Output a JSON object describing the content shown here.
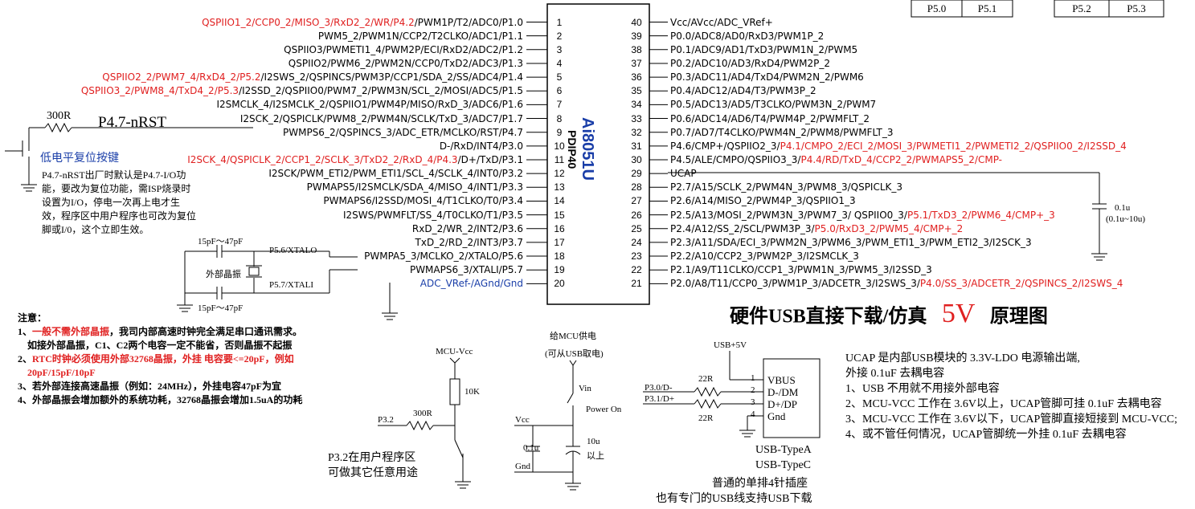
{
  "header_table": {
    "cells_left": [
      "P5.0",
      "P5.1"
    ],
    "cells_right": [
      "P5.2",
      "P5.3"
    ]
  },
  "chip": {
    "name": "Ai8051U",
    "package": "PDIP40",
    "left_pins": [
      {
        "num": "1",
        "parts": [
          {
            "t": "QSPIIO1_2/CCP0_2/MISO_3/RxD2_2/WR/P4.2",
            "red": true
          },
          {
            "t": "/PWM1P/T2/ADC0/P1.0",
            "red": false
          }
        ]
      },
      {
        "num": "2",
        "parts": [
          {
            "t": "PWM5_2/PWM1N/CCP2/T2CLKO/ADC1/P1.1",
            "red": false
          }
        ]
      },
      {
        "num": "3",
        "parts": [
          {
            "t": "QSPIIO3/PWMETI1_4/PWM2P/ECI/RxD2/ADC2/P1.2",
            "red": false
          }
        ]
      },
      {
        "num": "4",
        "parts": [
          {
            "t": "QSPIIO2/PWM6_2/PWM2N/CCP0/TxD2/ADC3/P1.3",
            "red": false
          }
        ]
      },
      {
        "num": "5",
        "parts": [
          {
            "t": "QSPIIO2_2/PWM7_4/RxD4_2/P5.2",
            "red": true
          },
          {
            "t": "/I2SWS_2/QSPINCS/PWM3P/CCP1/SDA_2/SS/ADC4/P1.4",
            "red": false
          }
        ]
      },
      {
        "num": "6",
        "parts": [
          {
            "t": "QSPIIO3_2/PWM8_4/TxD4_2/P5.3",
            "red": true
          },
          {
            "t": "/I2SSD_2/QSPIIO0/PWM7_2/PWM3N/SCL_2/MOSI/ADC5/P1.5",
            "red": false
          }
        ]
      },
      {
        "num": "7",
        "parts": [
          {
            "t": "I2SMCLK_4/I2SMCLK_2/QSPIIO1/PWM4P/MISO/RxD_3/ADC6/P1.6",
            "red": false
          }
        ]
      },
      {
        "num": "8",
        "parts": [
          {
            "t": "I2SCK_2/QSPICLK/PWM8_2/PWM4N/SCLK/TxD_3/ADC7/P1.7",
            "red": false
          }
        ]
      },
      {
        "num": "9",
        "parts": [
          {
            "t": "PWMPS6_2/QSPINCS_3/ADC_ETR/MCLKO/RST/P4.7",
            "red": false
          }
        ]
      },
      {
        "num": "10",
        "parts": [
          {
            "t": "D-/RxD/INT4/P3.0",
            "red": false
          }
        ]
      },
      {
        "num": "11",
        "parts": [
          {
            "t": "I2SCK_4/QSPICLK_2/CCP1_2/SCLK_3/TxD2_2/RxD_4/P4.3",
            "red": true
          },
          {
            "t": "/D+/TxD/P3.1",
            "red": false
          }
        ]
      },
      {
        "num": "12",
        "parts": [
          {
            "t": "I2SCK/PWM_ETI2/PWM_ETI1/SCL_4/SCLK_4/INT0/P3.2",
            "red": false
          }
        ]
      },
      {
        "num": "13",
        "parts": [
          {
            "t": "PWMAPS5/I2SMCLK/SDA_4/MISO_4/INT1/P3.3",
            "red": false
          }
        ]
      },
      {
        "num": "14",
        "parts": [
          {
            "t": "PWMAPS6/I2SSD/MOSI_4/T1CLKO/T0/P3.4",
            "red": false
          }
        ]
      },
      {
        "num": "15",
        "parts": [
          {
            "t": "I2SWS/PWMFLT/SS_4/T0CLKO/T1/P3.5",
            "red": false
          }
        ]
      },
      {
        "num": "16",
        "parts": [
          {
            "t": "RxD_2/WR_2/INT2/P3.6",
            "red": false
          }
        ]
      },
      {
        "num": "17",
        "parts": [
          {
            "t": "TxD_2/RD_2/INT3/P3.7",
            "red": false
          }
        ]
      },
      {
        "num": "18",
        "parts": [
          {
            "t": "PWMPA5_3/MCLKO_2/XTALO/P5.6",
            "red": false
          }
        ]
      },
      {
        "num": "19",
        "parts": [
          {
            "t": "PWMAPS6_3/XTALI/P5.7",
            "red": false
          }
        ]
      },
      {
        "num": "20",
        "parts": [
          {
            "t": "ADC_VRef-/AGnd/Gnd",
            "red": false
          }
        ]
      }
    ],
    "right_pins": [
      {
        "num": "40",
        "parts": [
          {
            "t": "Vcc/AVcc/ADC_VRef+",
            "red": false
          }
        ]
      },
      {
        "num": "39",
        "parts": [
          {
            "t": "P0.0/ADC8/AD0/RxD3/PWM1P_2",
            "red": false
          }
        ]
      },
      {
        "num": "38",
        "parts": [
          {
            "t": "P0.1/ADC9/AD1/TxD3/PWM1N_2/PWM5",
            "red": false
          }
        ]
      },
      {
        "num": "37",
        "parts": [
          {
            "t": "P0.2/ADC10/AD3/RxD4/PWM2P_2",
            "red": false
          }
        ]
      },
      {
        "num": "36",
        "parts": [
          {
            "t": "P0.3/ADC11/AD4/TxD4/PWM2N_2/PWM6",
            "red": false
          }
        ]
      },
      {
        "num": "35",
        "parts": [
          {
            "t": "P0.4/ADC12/AD4/T3/PWM3P_2",
            "red": false
          }
        ]
      },
      {
        "num": "34",
        "parts": [
          {
            "t": "P0.5/ADC13/AD5/T3CLKO/PWM3N_2/PWM7",
            "red": false
          }
        ]
      },
      {
        "num": "33",
        "parts": [
          {
            "t": "P0.6/ADC14/AD6/T4/PWM4P_2/PWMFLT_2",
            "red": false
          }
        ]
      },
      {
        "num": "32",
        "parts": [
          {
            "t": "P0.7/AD7/T4CLKO/PWM4N_2/PWM8/PWMFLT_3",
            "red": false
          }
        ]
      },
      {
        "num": "31",
        "parts": [
          {
            "t": "P4.6/CMP+/QSPIIO2_3/",
            "red": false
          },
          {
            "t": "P4.1/CMPO_2/ECI_2/MOSI_3/PWMETI1_2/PWMETI2_2/QSPIIO0_2/I2SSD_4",
            "red": true
          }
        ]
      },
      {
        "num": "30",
        "parts": [
          {
            "t": "P4.5/ALE/CMPO/QSPIIO3_3/",
            "red": false
          },
          {
            "t": "P4.4/RD/TxD_4/CCP2_2/PWMAPS5_2/CMP-",
            "red": true
          }
        ]
      },
      {
        "num": "29",
        "parts": [
          {
            "t": "UCAP",
            "red": false
          }
        ]
      },
      {
        "num": "28",
        "parts": [
          {
            "t": "P2.7/A15/SCLK_2/PWM4N_3/PWM8_3/QSPICLK_3",
            "red": false
          }
        ]
      },
      {
        "num": "27",
        "parts": [
          {
            "t": "P2.6/A14/MISO_2/PWM4P_3/QSPIIO1_3",
            "red": false
          }
        ]
      },
      {
        "num": "26",
        "parts": [
          {
            "t": "P2.5/A13/MOSI_2/PWM3N_3/PWM7_3/ QSPIIO0_3/",
            "red": false
          },
          {
            "t": "P5.1/TxD3_2/PWM6_4/CMP+_3",
            "red": true
          }
        ]
      },
      {
        "num": "25",
        "parts": [
          {
            "t": "P2.4/A12/SS_2/SCL/PWM3P_3/",
            "red": false
          },
          {
            "t": "P5.0/RxD3_2/PWM5_4/CMP+_2",
            "red": true
          }
        ]
      },
      {
        "num": "24",
        "parts": [
          {
            "t": "P2.3/A11/SDA/ECI_3/PWM2N_3/PWM6_3/PWM_ETI1_3/PWM_ETI2_3/I2SCK_3",
            "red": false
          }
        ]
      },
      {
        "num": "23",
        "parts": [
          {
            "t": "P2.2/A10/CCP2_3/PWM2P_3/I2SMCLK_3",
            "red": false
          }
        ]
      },
      {
        "num": "22",
        "parts": [
          {
            "t": "P2.1/A9/T11CLKO/CCP1_3/PWM1N_3/PWM5_3/I2SSD_3",
            "red": false
          }
        ]
      },
      {
        "num": "21",
        "parts": [
          {
            "t": "P2.0/A8/T11/CCP0_3/PWM1P_3/ADCETR_3/I2SWS_3/",
            "red": false
          },
          {
            "t": "P4.0/SS_3/ADCETR_2/QSPINCS_2/I2SWS_4",
            "red": true
          }
        ]
      }
    ]
  },
  "reset_circuit": {
    "resistor": "300R",
    "net": "P4.7-nRST",
    "button_label": "低电平复位按键",
    "desc_lines": [
      "P4.7-nRST出厂时默认是P4.7-I/O功",
      "能，要改为复位功能，需ISP烧录时",
      "设置为I/O，停电一次再上电才生",
      "效，程序区中用户程序也可改为复位",
      "脚或I/0，这个立即生效。"
    ]
  },
  "crystal": {
    "cap_top": "15pF～47pF",
    "cap_bottom": "15pF～47pF",
    "xtalo_net": "P5.6/XTALO",
    "xtali_net": "P5.7/XTALI",
    "label": "外部晶振"
  },
  "notes": {
    "title": "注意：",
    "items": [
      {
        "parts": [
          {
            "t": "1、",
            "red": false
          },
          {
            "t": "一般不需外部晶振",
            "red": true
          },
          {
            "t": "，我司内部高速时钟完全满足串口通讯需求。",
            "red": false
          }
        ]
      },
      {
        "parts": [
          {
            "t": "    如接外部晶振，C1、C2两个电容一定不能省，否则晶振不起振",
            "red": false
          }
        ]
      },
      {
        "parts": [
          {
            "t": "2、",
            "red": false
          },
          {
            "t": "RTC时钟必须使用外部32768晶振，外挂 电容要<=20pF，例如",
            "red": true
          }
        ]
      },
      {
        "parts": [
          {
            "t": "    20pF/15pF/10pF",
            "red": true
          }
        ]
      },
      {
        "parts": [
          {
            "t": "3、若外部连接高速晶振（例如：24MHz），外挂电容47pF为宜",
            "red": false
          }
        ]
      },
      {
        "parts": [
          {
            "t": "4、外部晶振会增加额外的系统功耗，32768晶振会增加1.5uA的功耗",
            "red": false
          }
        ]
      }
    ]
  },
  "p32_circuit": {
    "vcc": "MCU-Vcc",
    "pullup": "10K",
    "series": "300R",
    "net": "P3.2",
    "desc1": "P3.2在用户程序区",
    "desc2": "可做其它任意用途"
  },
  "power_circuit": {
    "title1": "给MCU供电",
    "title2": "(可从USB取电)",
    "vin": "Vin",
    "switch": "Power On",
    "vcc": "Vcc",
    "gnd": "Gnd",
    "c_small": "0.1u",
    "c_big": "10u",
    "c_big_note": "以上"
  },
  "usb_circuit": {
    "vbus_net": "USB+5V",
    "r1": "22R",
    "r2": "22R",
    "dm_net": "P3.0/D-",
    "dp_net": "P3.1/D+",
    "pins": [
      {
        "num": "1",
        "name": "VBUS"
      },
      {
        "num": "2",
        "name": "D-/DM"
      },
      {
        "num": "3",
        "name": "D+/DP"
      },
      {
        "num": "4",
        "name": "Gnd"
      }
    ],
    "type_a": "USB-TypeA",
    "type_c": "USB-TypeC",
    "desc1": "普通的单排4针插座",
    "desc2": "也有专门的USB线支持USB下载"
  },
  "title": {
    "prefix": "硬件USB直接下载/仿真",
    "voltage": "5V",
    "suffix": "原理图"
  },
  "ucap_cap": {
    "value": "0.1u",
    "range": "(0.1u~10u)"
  },
  "ucap_notes": [
    "UCAP 是内部USB模块的 3.3V-LDO 电源输出端,",
    "外接 0.1uF 去耦电容",
    "1、USB 不用就不用接外部电容",
    "2、MCU-VCC 工作在 3.6V以上，UCAP管脚可挂 0.1uF 去耦电容",
    "3、MCU-VCC 工作在 3.6V以下，UCAP管脚直接短接到 MCU-VCC;",
    "4、或不管任何情况，UCAP管脚统一外挂 0.1uF 去耦电容"
  ]
}
